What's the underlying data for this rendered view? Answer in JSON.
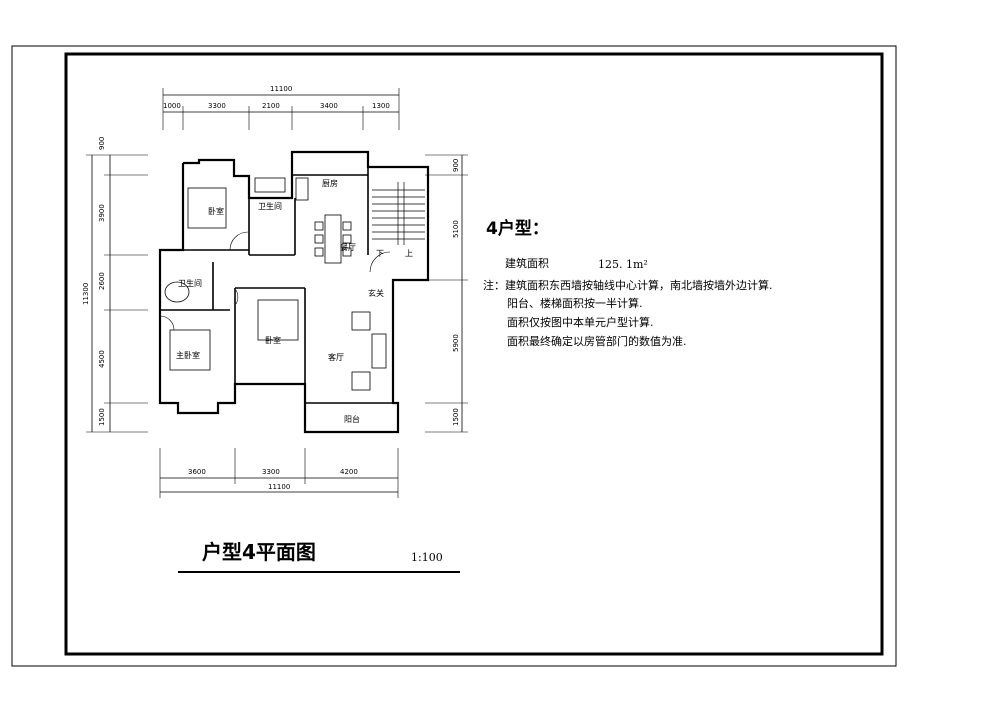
{
  "drawing": {
    "overall_width_top": "11100",
    "overall_width_bottom": "11100",
    "overall_depth_left": "11300",
    "top_dims": [
      "1000",
      "3300",
      "2100",
      "3400",
      "1300"
    ],
    "bottom_dims": [
      "3600",
      "3300",
      "4200"
    ],
    "left_dims": [
      "900",
      "3900",
      "2600",
      "4500",
      "1500"
    ],
    "right_dims": [
      "900",
      "5100",
      "5900",
      "1500"
    ],
    "rooms": {
      "bedroom_top": "卧室",
      "bathroom_top": "卫生间",
      "kitchen": "厨房",
      "dining": "餐厅",
      "bathroom_left": "卫生间",
      "master_bedroom": "主卧室",
      "bedroom_middle": "卧室",
      "foyer": "玄关",
      "living": "客厅",
      "balcony": "阳台",
      "stair_down": "下",
      "stair_up": "上"
    }
  },
  "info": {
    "heading": "4户型：",
    "area_label": "建筑面积",
    "area_value": "125. 1m²",
    "note_line1": "注：建筑面积东西墙按轴线中心计算，南北墙按墙外边计算.",
    "note_line2": "阳台、楼梯面积按一半计算.",
    "note_line3": "面积仅按图中本单元户型计算.",
    "note_line4": "面积最终确定以房管部门的数值为准."
  },
  "footer": {
    "title": "户型4平面图",
    "scale": "1:100"
  }
}
